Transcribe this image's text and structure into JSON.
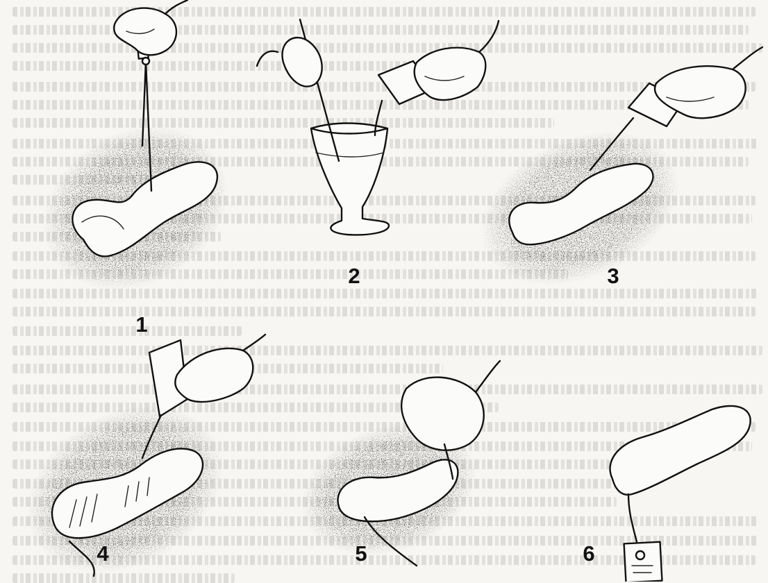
{
  "figure": {
    "steps": [
      {
        "number": "1",
        "scene": "tracing-footprint-with-compass"
      },
      {
        "number": "2",
        "scene": "mixing-plaster-in-glass"
      },
      {
        "number": "3",
        "scene": "pouring-mixture-into-footprint"
      },
      {
        "number": "4",
        "scene": "pouring-second-layer"
      },
      {
        "number": "5",
        "scene": "reinforcing-with-twine"
      },
      {
        "number": "6",
        "scene": "labelled-cast"
      }
    ],
    "colors": {
      "ink": "#111111",
      "paper": "#f7f6f3",
      "ghost_text": "#c9c7c2"
    }
  }
}
